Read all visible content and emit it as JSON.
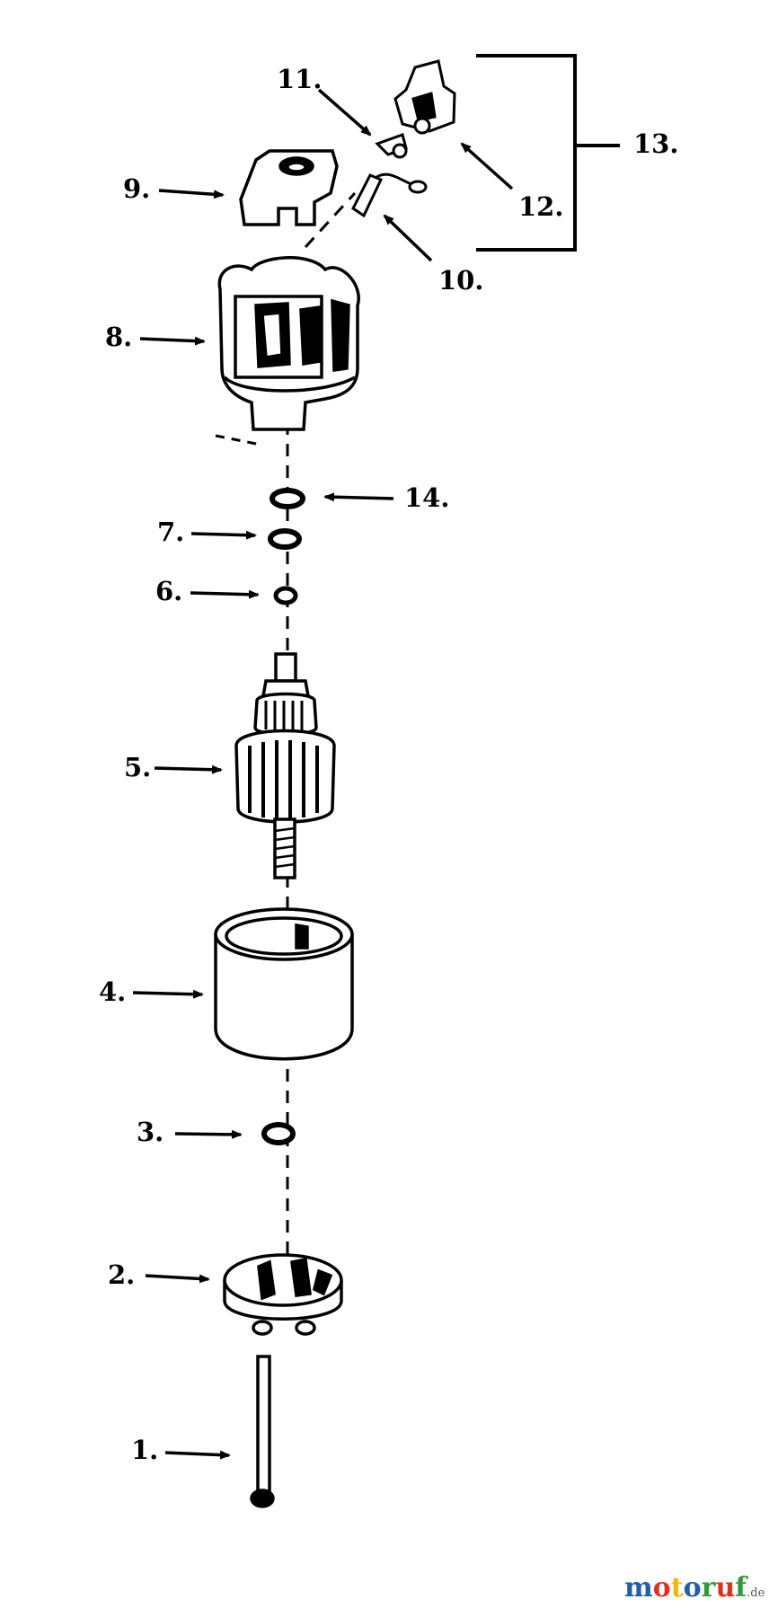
{
  "labels": {
    "p1": "1.",
    "p2": "2.",
    "p3": "3.",
    "p4": "4.",
    "p5": "5.",
    "p6": "6.",
    "p7": "7.",
    "p8": "8.",
    "p9": "9.",
    "p10": "10.",
    "p11": "11.",
    "p12": "12.",
    "p13": "13.",
    "p14": "14."
  },
  "brand": {
    "letters": [
      "m",
      "o",
      "t",
      "o",
      "r",
      "u",
      "f"
    ],
    "suffix": ".de",
    "colors": [
      "#1f5fa8",
      "#e0321b",
      "#f2b705",
      "#1f5fa8",
      "#2e9a3a",
      "#e0321b",
      "#2e9a3a"
    ]
  },
  "colors": {
    "ink": "#000000",
    "background": "#ffffff"
  }
}
